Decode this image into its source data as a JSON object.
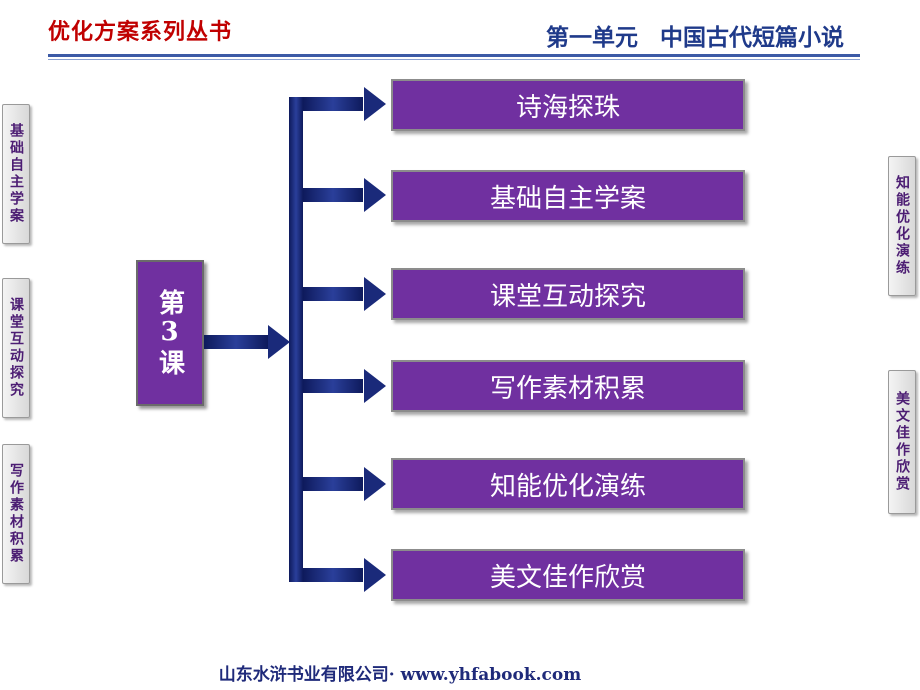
{
  "header": {
    "series": "优化方案系列丛书",
    "unit": "第一单元",
    "unit_topic": "中国古代短篇小说"
  },
  "left_nav": [
    "基础自主学案",
    "课堂互动探究",
    "写作素材积累"
  ],
  "right_nav": [
    "知能优化演练",
    "美文佳作欣赏"
  ],
  "lesson": "第3课",
  "sections": [
    "诗海探珠",
    "基础自主学案",
    "课堂互动探究",
    "写作素材积累",
    "知能优化演练",
    "美文佳作欣赏"
  ],
  "footer": "山东水浒书业有限公司· www.yhfabook.com",
  "colors": {
    "box_fill": "#7030a0",
    "arrow": "#1a2a7a",
    "series_title": "#c00000",
    "unit_title": "#1f3a8a"
  }
}
